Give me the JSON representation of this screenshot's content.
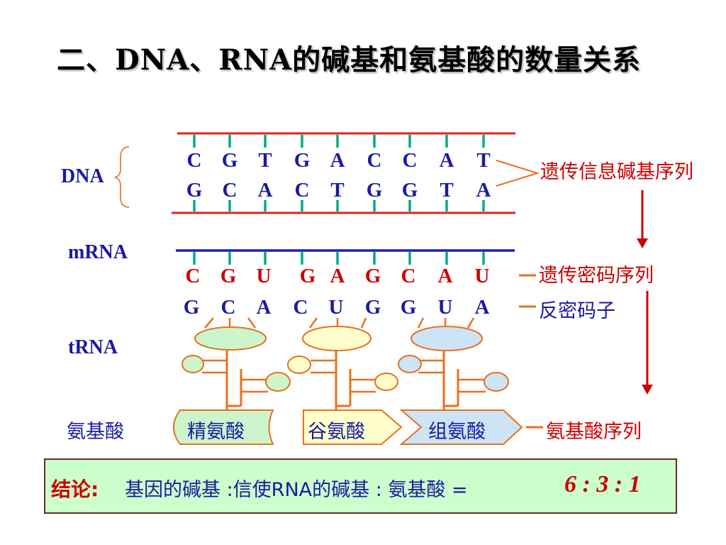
{
  "title": "二、DNA、RNA的碱基和氨基酸的数量关系",
  "labels": {
    "dna": "DNA",
    "mrna": "mRNA",
    "trna": "tRNA",
    "amino_acid": "氨基酸"
  },
  "dna": {
    "top_strand": [
      "C",
      "G",
      "T",
      "G",
      "A",
      "C",
      "C",
      "A",
      "T"
    ],
    "bottom_strand": [
      "G",
      "C",
      "A",
      "C",
      "T",
      "G",
      "G",
      "T",
      "A"
    ]
  },
  "mrna": {
    "codons": [
      "C",
      "G",
      "U",
      "G",
      "A",
      "G",
      "C",
      "A",
      "U"
    ]
  },
  "trna": {
    "anticodons": [
      "G",
      "C",
      "A",
      "C",
      "U",
      "G",
      "G",
      "U",
      "A"
    ]
  },
  "amino_acids": [
    "精氨酸",
    "谷氨酸",
    "组氨酸"
  ],
  "side_labels": {
    "genetic_info": "遗传信息碱基序列",
    "codon_seq": "遗传密码序列",
    "anticodon": "反密码子",
    "aa_seq": "氨基酸序列"
  },
  "conclusion": {
    "label": "结论:",
    "text": "基因的碱基 :信使RNA的碱基 : 氨基酸 =",
    "ratio": "6 : 3 : 1"
  },
  "colors": {
    "navy": "#1a1aa0",
    "red": "#cc0000",
    "teal": "#00aa88",
    "orange": "#e87020",
    "strand_red": "#dd2222",
    "mrna_blue": "#1a1ad0",
    "conclusion_bg": "#ccffcc"
  }
}
